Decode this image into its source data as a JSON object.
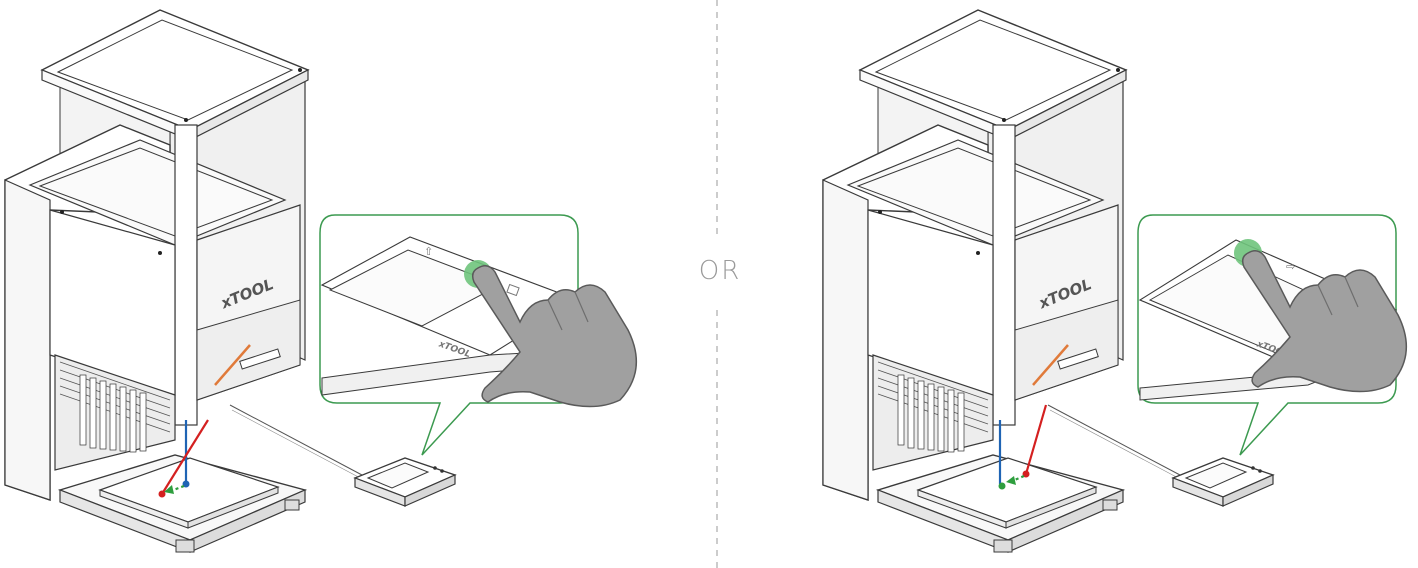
{
  "separator": {
    "label": "OR"
  },
  "panels": [
    {
      "id": "left",
      "device_brand": "xTOOL",
      "callout_brand": "xTOOL"
    },
    {
      "id": "right",
      "device_brand": "xTOOL",
      "callout_brand": "xTOOL"
    }
  ],
  "colors": {
    "line": "#3a3a3a",
    "callout_border": "#3c9a50",
    "press_highlight": "#6fc47c",
    "hand": "#a0a0a0",
    "axis_red": "#d42020",
    "axis_blue": "#1f64b4",
    "axis_green": "#2e9e3e",
    "laser_orange": "#e07a3a"
  }
}
